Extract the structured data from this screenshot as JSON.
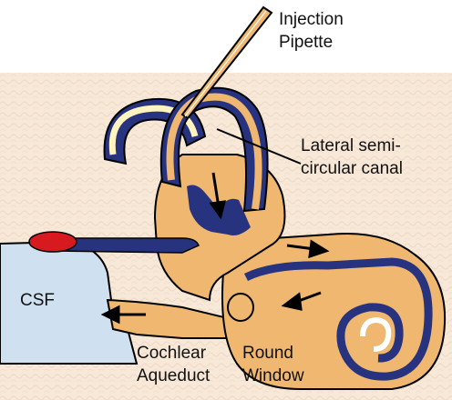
{
  "labels": {
    "injection": [
      "Injection",
      "Pipette"
    ],
    "lateral": [
      "Lateral semi-",
      "circular canal"
    ],
    "csf": "CSF",
    "aqueduct": [
      "Cochlear",
      "Aqueduct"
    ],
    "round_window": [
      "Round",
      "Window"
    ]
  },
  "colors": {
    "background_texture": "#f7e8d8",
    "perilymph_orange": "#f0b770",
    "endolymph_blue": "#27337f",
    "cream_lumen": "#fff4bf",
    "csf_blue": "#cfe0f0",
    "red_sac": "#d61a1f",
    "outline": "#000000"
  }
}
